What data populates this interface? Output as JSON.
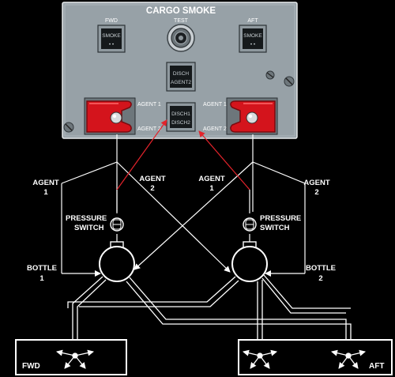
{
  "panel": {
    "title": "CARGO SMOKE",
    "fwd_label": "FWD",
    "test_label": "TEST",
    "aft_label": "AFT",
    "fwd_smoke_light": "SMOKE",
    "aft_smoke_light": "SMOKE",
    "disch_agent2_line1": "DISCH",
    "disch_agent2_line2": "AGENT2",
    "disch12_line1": "DISCH1",
    "disch12_line2": "DISCH2",
    "left_agent1": "AGENT 1",
    "left_agent2": "AGENT 2",
    "right_agent1": "AGENT 1",
    "right_agent2": "AGENT 2"
  },
  "schematic": {
    "left_agent_num": "AGENT",
    "left_agent_1": "1",
    "mid_left_agent": "AGENT",
    "mid_left_agent_num": "2",
    "mid_right_agent": "AGENT",
    "mid_right_agent_num": "1",
    "right_agent": "AGENT",
    "right_agent_num": "2",
    "left_pressure_1": "PRESSURE",
    "left_pressure_2": "SWITCH",
    "right_pressure_1": "PRESSURE",
    "right_pressure_2": "SWITCH",
    "bottle1_label": "BOTTLE",
    "bottle1_num": "1",
    "bottle2_label": "BOTTLE",
    "bottle2_num": "2",
    "fwd_compartment": "FWD",
    "aft_compartment": "AFT"
  },
  "colors": {
    "panel": "#97a1a7",
    "handle": "#d4141c",
    "arrow": "#e3232b",
    "line": "#ffffff"
  }
}
